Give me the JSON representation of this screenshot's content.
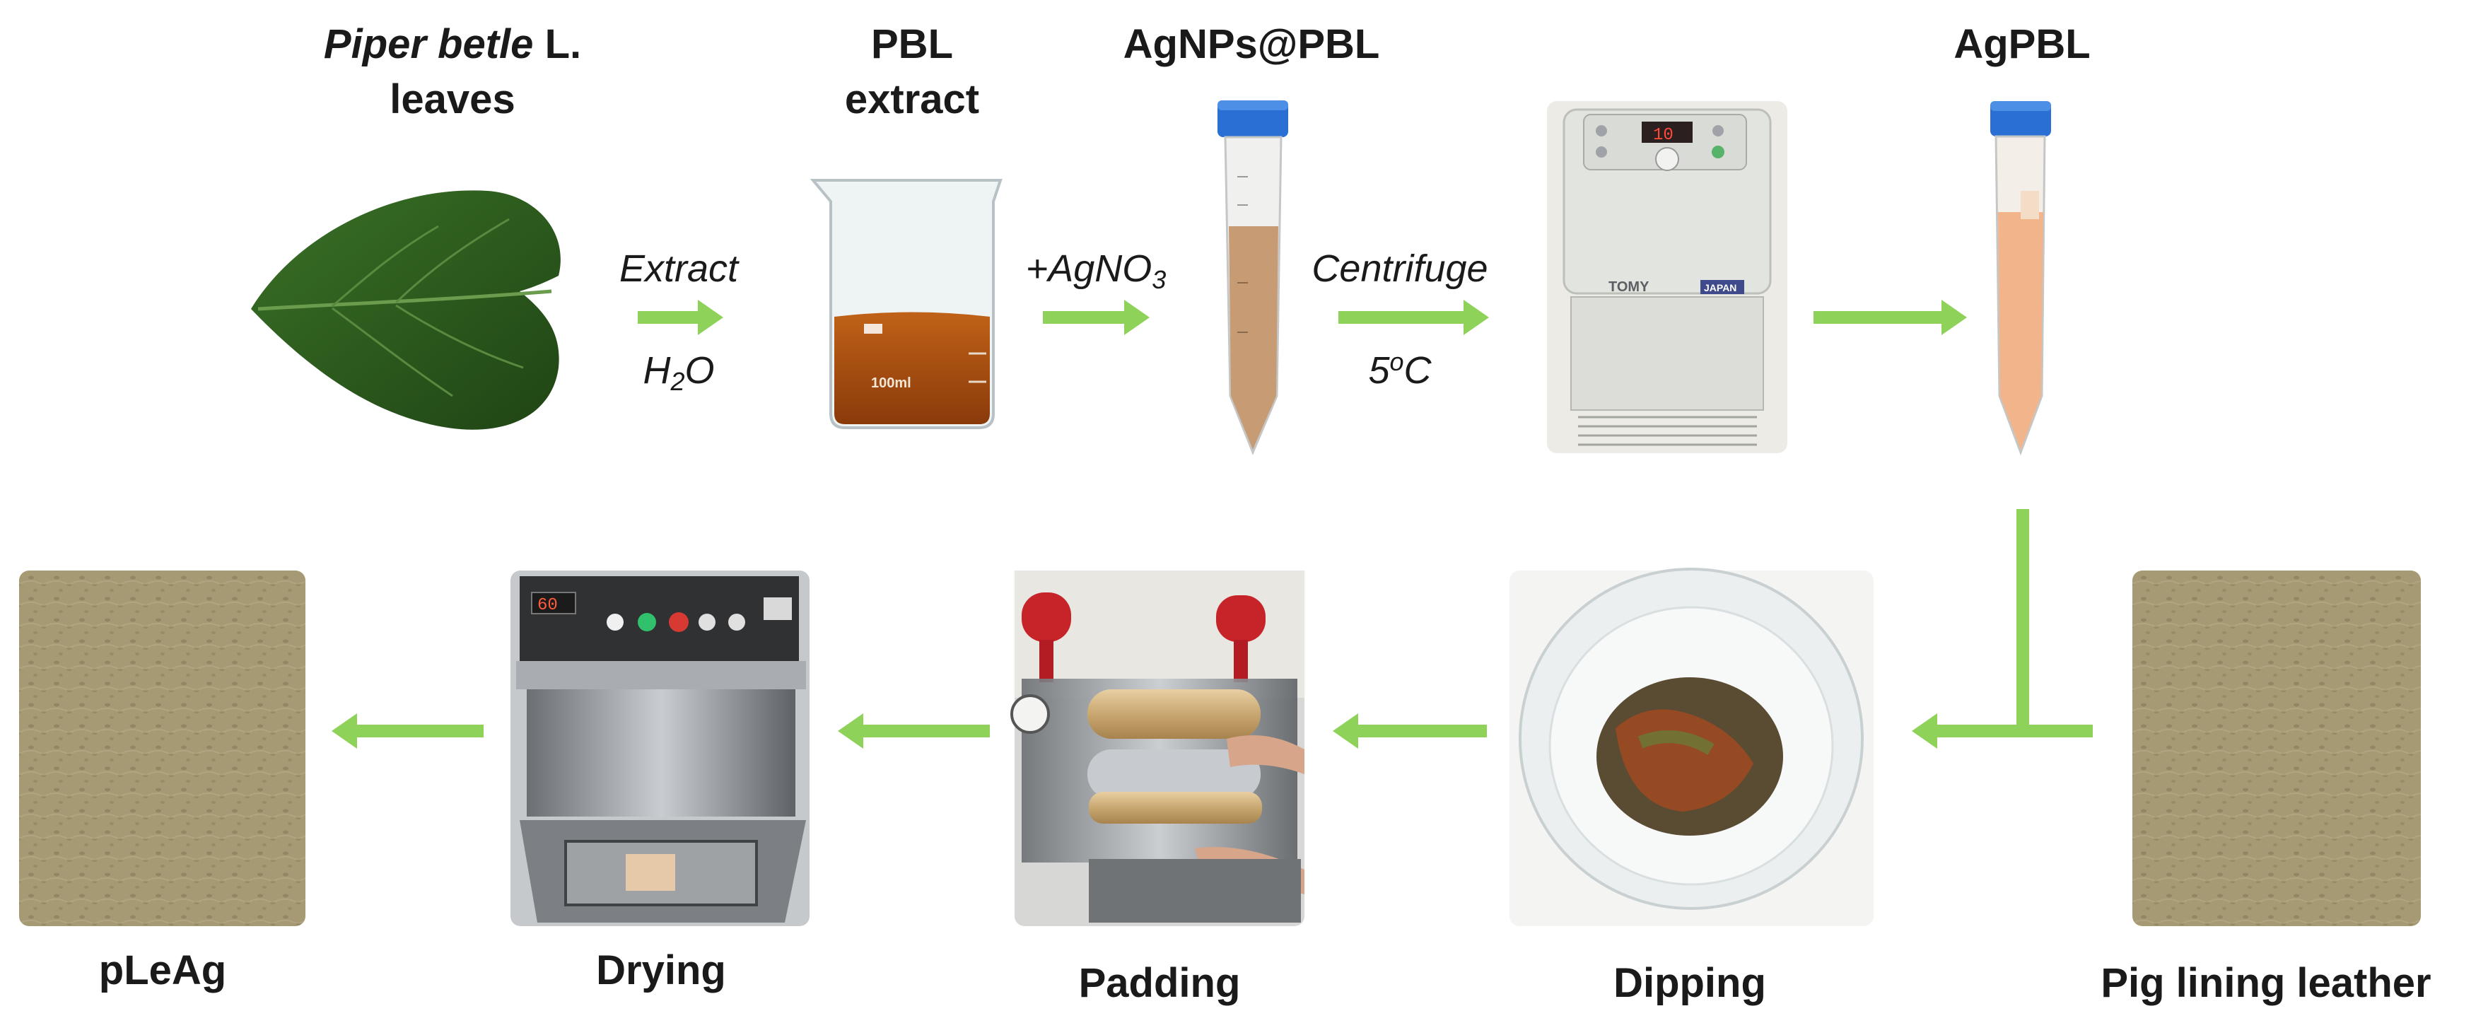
{
  "steps": {
    "leaves_italic": "Piper betle",
    "leaves_suffix": "L.",
    "leaves_line2": "leaves",
    "extract_line1": "PBL",
    "extract_line2": "extract",
    "agnps": "AgNPs@PBL",
    "agpbl": "AgPBL",
    "pig": "Pig lining leather",
    "dipping": "Dipping",
    "padding": "Padding",
    "drying": "Drying",
    "pleag": "pLeAg"
  },
  "arrows": {
    "extract_top": "Extract",
    "h2o_base": "H",
    "h2o_sub": "2",
    "h2o_tail": "O",
    "agno3_base": "+AgNO",
    "agno3_sub": "3",
    "centrifuge": "Centrifuge",
    "temp_value": "5",
    "temp_sup": "o",
    "temp_unit": "C"
  },
  "photo_text": {
    "beaker_volume": "100ml",
    "centrifuge_brand": "TOMY",
    "centrifuge_badge": "JAPAN",
    "centrifuge_display": "10",
    "dryer_display": "60"
  },
  "colors": {
    "arrow": "#8ed259",
    "leaf": "#2c5a1d",
    "extract": "#a24a10",
    "leather": "#a69a74",
    "tube_cap": "#2a6fd4"
  }
}
